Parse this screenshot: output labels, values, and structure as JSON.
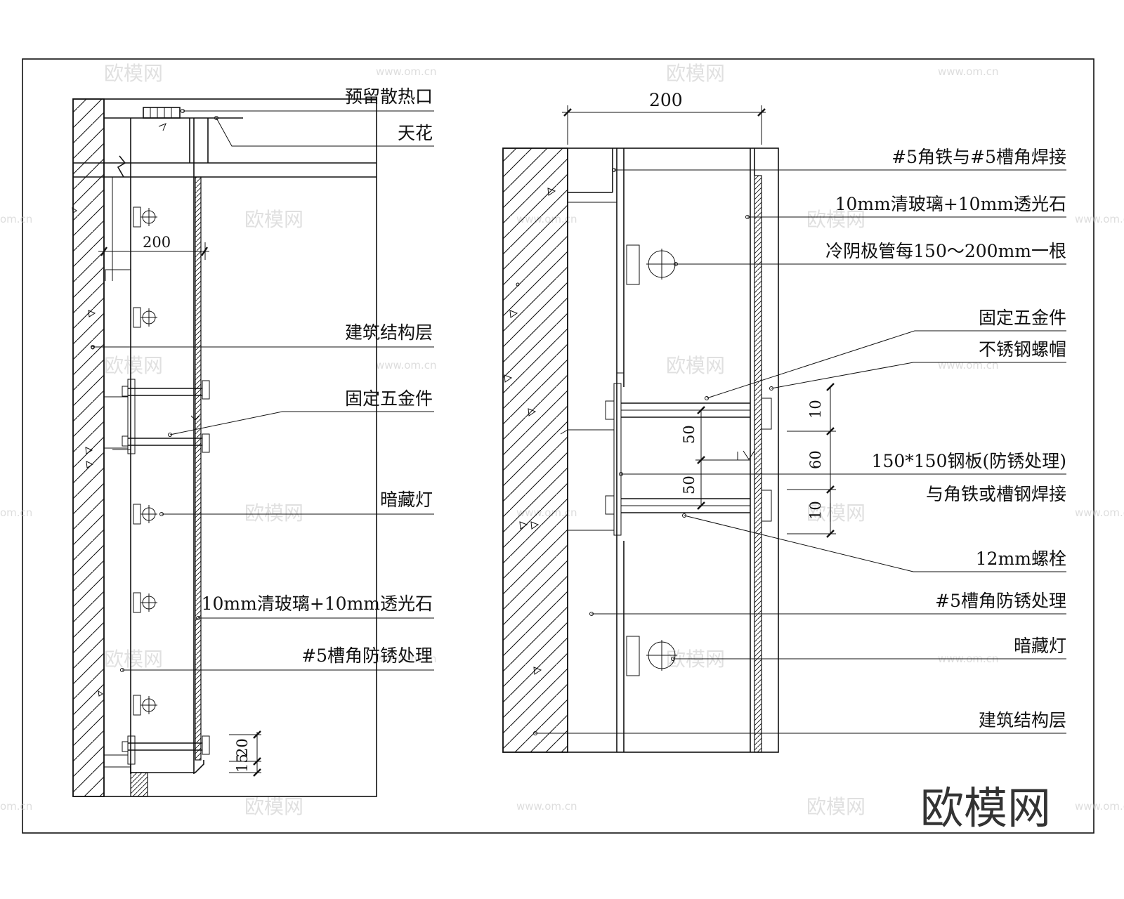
{
  "left_section": {
    "dimension": "200",
    "bottom_dims": [
      "15",
      "20"
    ],
    "labels": {
      "vent": "预留散热口",
      "ceiling": "天花",
      "structure": "建筑结构层",
      "hardware": "固定五金件",
      "hidden_light": "暗藏灯",
      "glass": "10mm清玻璃+10mm透光石",
      "channel": "#5槽角防锈处理"
    }
  },
  "right_section": {
    "dimension": "200",
    "inner_dims": [
      "50",
      "50"
    ],
    "side_dims": [
      "10",
      "60",
      "10"
    ],
    "labels": {
      "weld": "#5角铁与#5槽角焊接",
      "glass": "10mm清玻璃+10mm透光石",
      "tube": "冷阴极管每150～200mm一根",
      "hardware": "固定五金件",
      "nut": "不锈钢螺帽",
      "plate": "150*150钢板(防锈处理)",
      "plate_weld": "与角铁或槽钢焊接",
      "bolt": "12mm螺栓",
      "channel": "#5槽角防锈处理",
      "hidden_light": "暗藏灯",
      "structure": "建筑结构层"
    }
  },
  "watermark": {
    "brand": "欧模网",
    "url": "www.om.cn",
    "short_url": "om.cn"
  }
}
